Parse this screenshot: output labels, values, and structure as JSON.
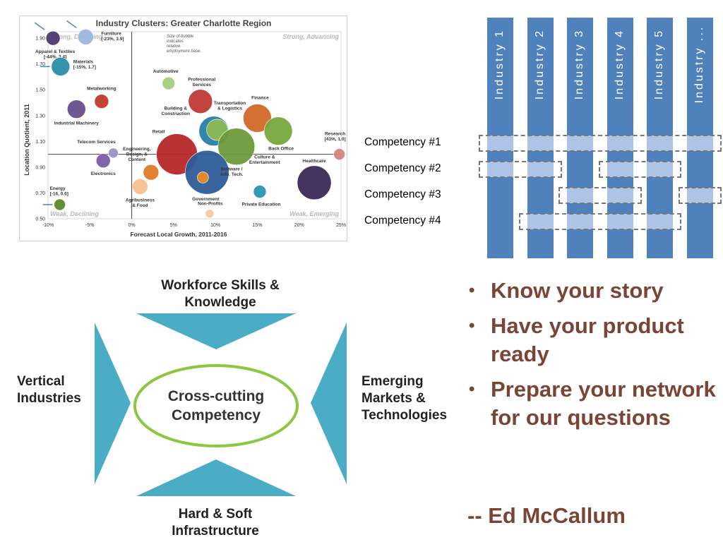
{
  "chart_data": {
    "type": "scatter",
    "title": "Industry Clusters:  Greater Charlotte Region",
    "xlabel": "Forecast Local Growth, 2011-2016",
    "ylabel": "Location Quotient, 2011",
    "xlim": [
      -10,
      25
    ],
    "ylim": [
      0.5,
      1.95
    ],
    "x_ticks": [
      "-10%",
      "-5%",
      "0%",
      "5%",
      "10%",
      "15%",
      "20%",
      "25%"
    ],
    "x_tick_values": [
      -10,
      -5,
      0,
      5,
      10,
      15,
      20,
      25
    ],
    "y_ticks": [
      "1.90",
      "1.70",
      "1.50",
      "1.30",
      "1.10",
      "0.90",
      "0.70",
      "0.50"
    ],
    "y_tick_values": [
      1.9,
      1.7,
      1.5,
      1.3,
      1.1,
      0.9,
      0.7,
      0.5
    ],
    "reference_lines": {
      "x": 0,
      "y": 1.0
    },
    "quadrants": {
      "top_left": "Strong, Declining",
      "top_right": "Strong, Advancing",
      "bottom_left": "Weak, Declining",
      "bottom_right": "Weak, Emerging"
    },
    "size_note": "Size of bubble indicates relative employment base.",
    "points": [
      {
        "name": "Apparel & Textiles",
        "note": "[-44%, 3.4]",
        "x": -9.4,
        "y": 1.9,
        "size": 10,
        "color": "#4b3a6e",
        "off_scale": true
      },
      {
        "name": "Furniture",
        "note": "[-23%, 3.9]",
        "x": -5.5,
        "y": 1.91,
        "size": 11,
        "color": "#9bb8de",
        "off_scale": true
      },
      {
        "name": "Materials",
        "note": "[-15%, 1.7]",
        "x": -8.5,
        "y": 1.68,
        "size": 13,
        "color": "#2b8fa8",
        "off_scale": true
      },
      {
        "name": "Metalworking",
        "x": -3.6,
        "y": 1.41,
        "size": 10,
        "color": "#c0392b"
      },
      {
        "name": "Industrial Machinery",
        "x": -6.6,
        "y": 1.35,
        "size": 13,
        "color": "#6a4f8c"
      },
      {
        "name": "Automotive",
        "x": 4.4,
        "y": 1.55,
        "size": 9,
        "color": "#a5cf80"
      },
      {
        "name": "Professional Services",
        "x": 8.2,
        "y": 1.41,
        "size": 17,
        "color": "#bf3a36"
      },
      {
        "name": "Building & Construction",
        "x": 9.8,
        "y": 1.18,
        "size": 21,
        "color": "#2a80a6"
      },
      {
        "name": "Transportation & Logistics",
        "x": 10.2,
        "y": 1.19,
        "size": 15,
        "color": "#8cba52"
      },
      {
        "name": "Finance",
        "x": 15.0,
        "y": 1.28,
        "size": 20,
        "color": "#d2692a"
      },
      {
        "name": "Back Office",
        "x": 17.5,
        "y": 1.18,
        "size": 20,
        "color": "#78a840"
      },
      {
        "name": "Culture & Entertainment",
        "x": 12.5,
        "y": 1.06,
        "size": 26,
        "color": "#6e9a3a"
      },
      {
        "name": "Retail",
        "x": 5.4,
        "y": 1.0,
        "size": 29,
        "color": "#b8282a"
      },
      {
        "name": "Government",
        "x": 9.0,
        "y": 0.86,
        "size": 31,
        "color": "#2f5d99"
      },
      {
        "name": "Software / Info. Tech.",
        "x": 8.5,
        "y": 0.82,
        "size": 8,
        "color": "#f08a28"
      },
      {
        "name": "Engineering, Design, & Content",
        "x": 2.3,
        "y": 0.86,
        "size": 11,
        "color": "#e07b27"
      },
      {
        "name": "Agribusiness & Food",
        "x": 1.0,
        "y": 0.75,
        "size": 11,
        "color": "#f7c08f"
      },
      {
        "name": "Telecom Services",
        "x": -2.2,
        "y": 1.01,
        "size": 7,
        "color": "#9e93c4"
      },
      {
        "name": "Electronics",
        "x": -3.4,
        "y": 0.95,
        "size": 10,
        "color": "#7b5ca5"
      },
      {
        "name": "Healthcare",
        "x": 21.8,
        "y": 0.78,
        "size": 24,
        "color": "#3b2a57"
      },
      {
        "name": "Private Education",
        "x": 15.3,
        "y": 0.71,
        "size": 9,
        "color": "#2896b3"
      },
      {
        "name": "Research",
        "note": "[43%, 1.0]",
        "x": 24.8,
        "y": 1.0,
        "size": 8,
        "color": "#d58580",
        "off_scale": true
      },
      {
        "name": "Energy",
        "note": "[-16, 0.6]",
        "x": -8.6,
        "y": 0.61,
        "size": 8,
        "color": "#5c8a30",
        "off_scale": true
      },
      {
        "name": "Non-Profits",
        "x": 9.3,
        "y": 0.54,
        "size": 6,
        "color": "#f7c9a3"
      }
    ]
  },
  "matrix": {
    "industries": [
      "Industry 1",
      "Industry 2",
      "Industry 3",
      "Industry 4",
      "Industry 5",
      "Industry ..."
    ],
    "competencies": [
      {
        "label": "Competency #1",
        "industries": [
          1,
          2,
          3,
          4,
          5,
          6
        ]
      },
      {
        "label": "Competency #2",
        "industries": [
          1,
          2,
          4,
          5
        ]
      },
      {
        "label": "Competency #3",
        "industries": [
          3,
          4,
          6
        ]
      },
      {
        "label": "Competency #4",
        "industries": [
          2,
          3,
          4,
          5
        ]
      }
    ],
    "colors": {
      "column": "#4f81bd",
      "cell": "#aec4e6",
      "box": "#777777"
    }
  },
  "diagram": {
    "top": "Workforce Skills &\nKnowledge",
    "left": "Vertical\nIndustries",
    "right": "Emerging\nMarkets &\nTechnologies",
    "bottom": "Hard & Soft\nInfrastructure",
    "center": "Cross-cutting\nCompetency",
    "colors": {
      "arrow": "#4bacc6",
      "ellipse": "#8dc63f"
    }
  },
  "bullets": [
    "Know your story",
    "Have your product ready",
    "Prepare your network for our questions"
  ],
  "quote": "-- Ed McCallum",
  "text_color": "#7b4535"
}
